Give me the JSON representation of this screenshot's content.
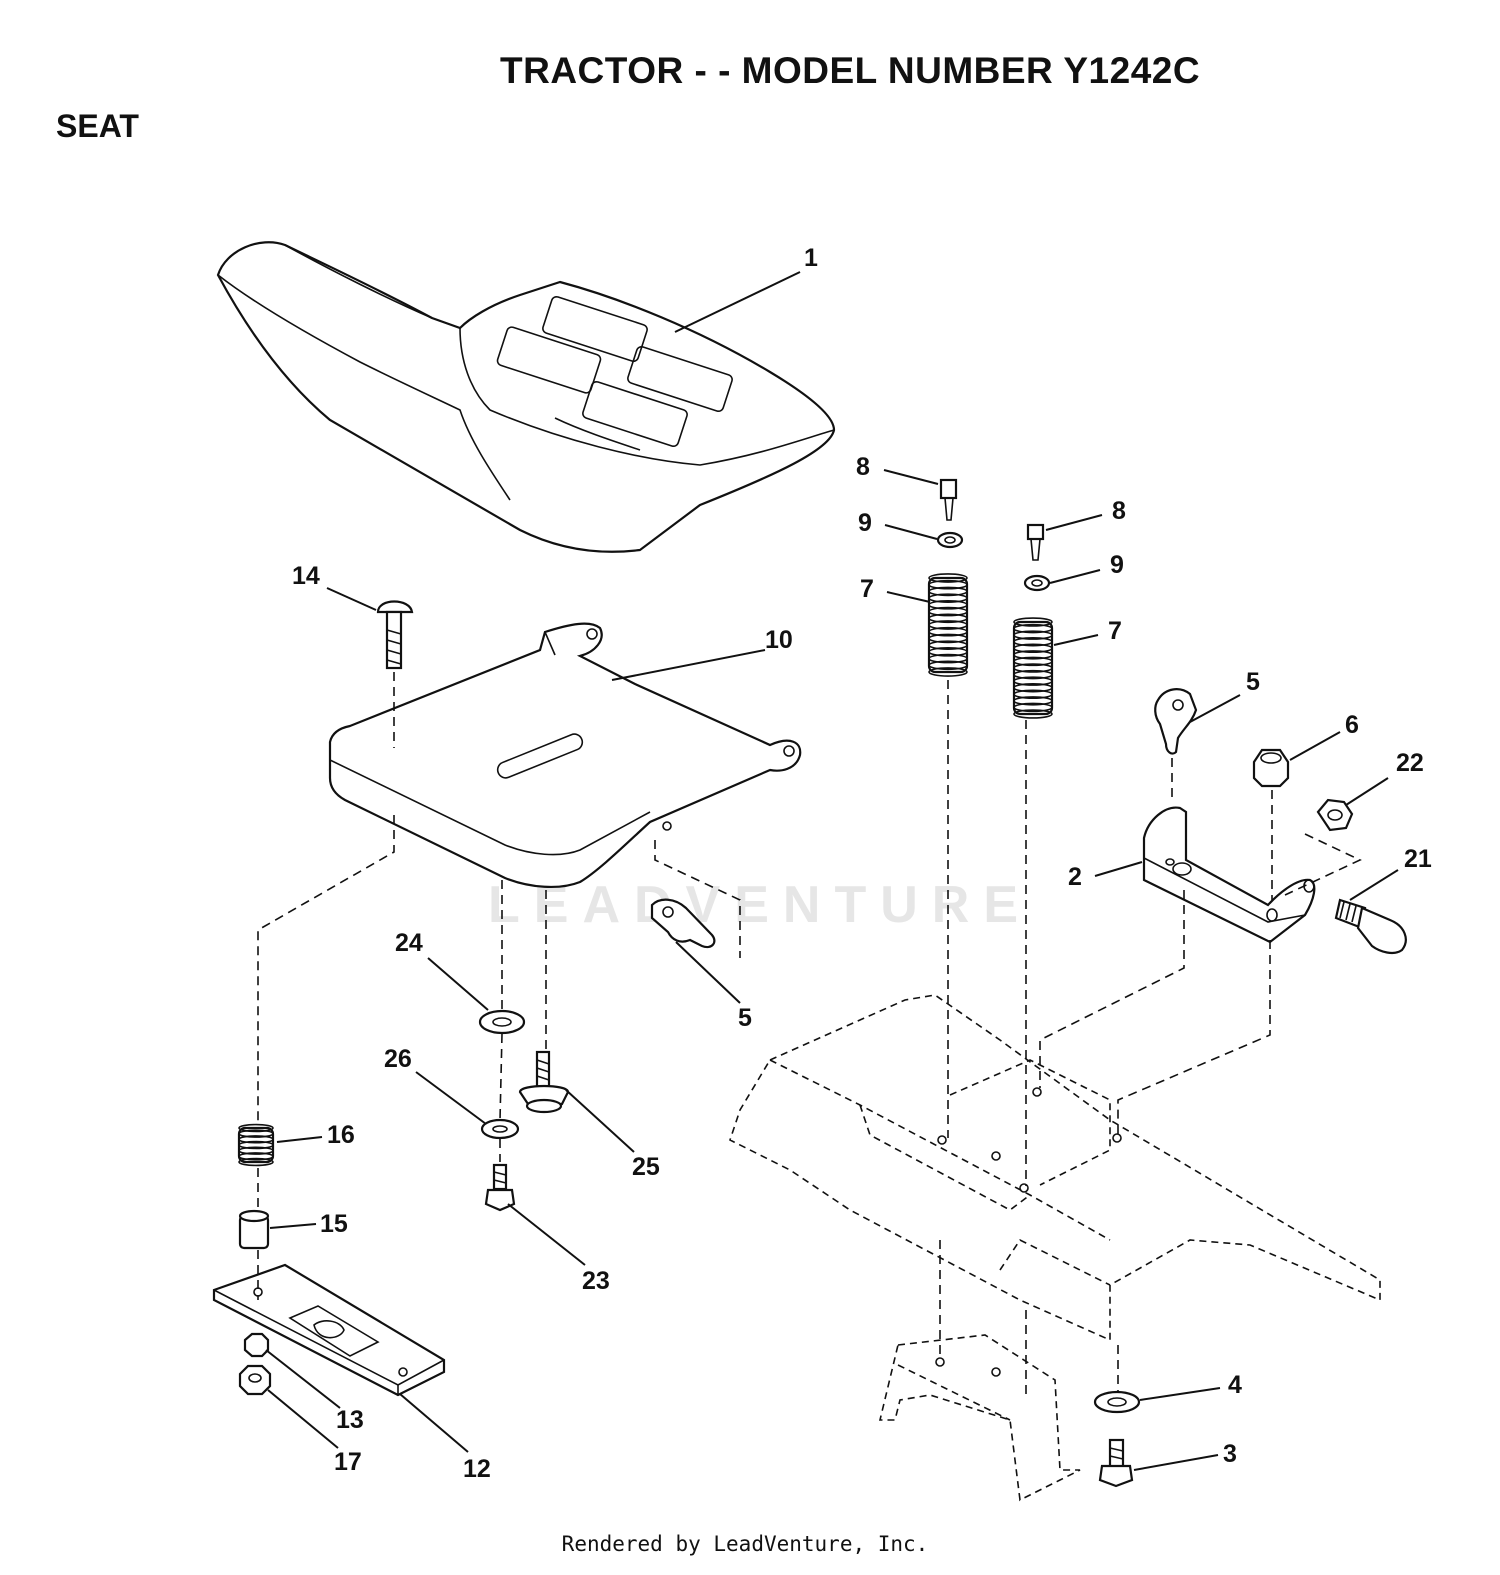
{
  "header": {
    "title": "TRACTOR - - MODEL NUMBER Y1242C",
    "section": "SEAT"
  },
  "watermark": "LEADVENTURE",
  "footer": "Rendered by LeadVenture, Inc.",
  "callouts": [
    {
      "id": "c1",
      "label": "1"
    },
    {
      "id": "c8a",
      "label": "8"
    },
    {
      "id": "c9a",
      "label": "9"
    },
    {
      "id": "c7a",
      "label": "7"
    },
    {
      "id": "c8b",
      "label": "8"
    },
    {
      "id": "c9b",
      "label": "9"
    },
    {
      "id": "c7b",
      "label": "7"
    },
    {
      "id": "c14",
      "label": "14"
    },
    {
      "id": "c10",
      "label": "10"
    },
    {
      "id": "c5a",
      "label": "5"
    },
    {
      "id": "c6",
      "label": "6"
    },
    {
      "id": "c22",
      "label": "22"
    },
    {
      "id": "c2",
      "label": "2"
    },
    {
      "id": "c21",
      "label": "21"
    },
    {
      "id": "c24",
      "label": "24"
    },
    {
      "id": "c5b",
      "label": "5"
    },
    {
      "id": "c26",
      "label": "26"
    },
    {
      "id": "c25",
      "label": "25"
    },
    {
      "id": "c16",
      "label": "16"
    },
    {
      "id": "c15",
      "label": "15"
    },
    {
      "id": "c23",
      "label": "23"
    },
    {
      "id": "c13",
      "label": "13"
    },
    {
      "id": "c17",
      "label": "17"
    },
    {
      "id": "c12",
      "label": "12"
    },
    {
      "id": "c4",
      "label": "4"
    },
    {
      "id": "c3",
      "label": "3"
    }
  ]
}
